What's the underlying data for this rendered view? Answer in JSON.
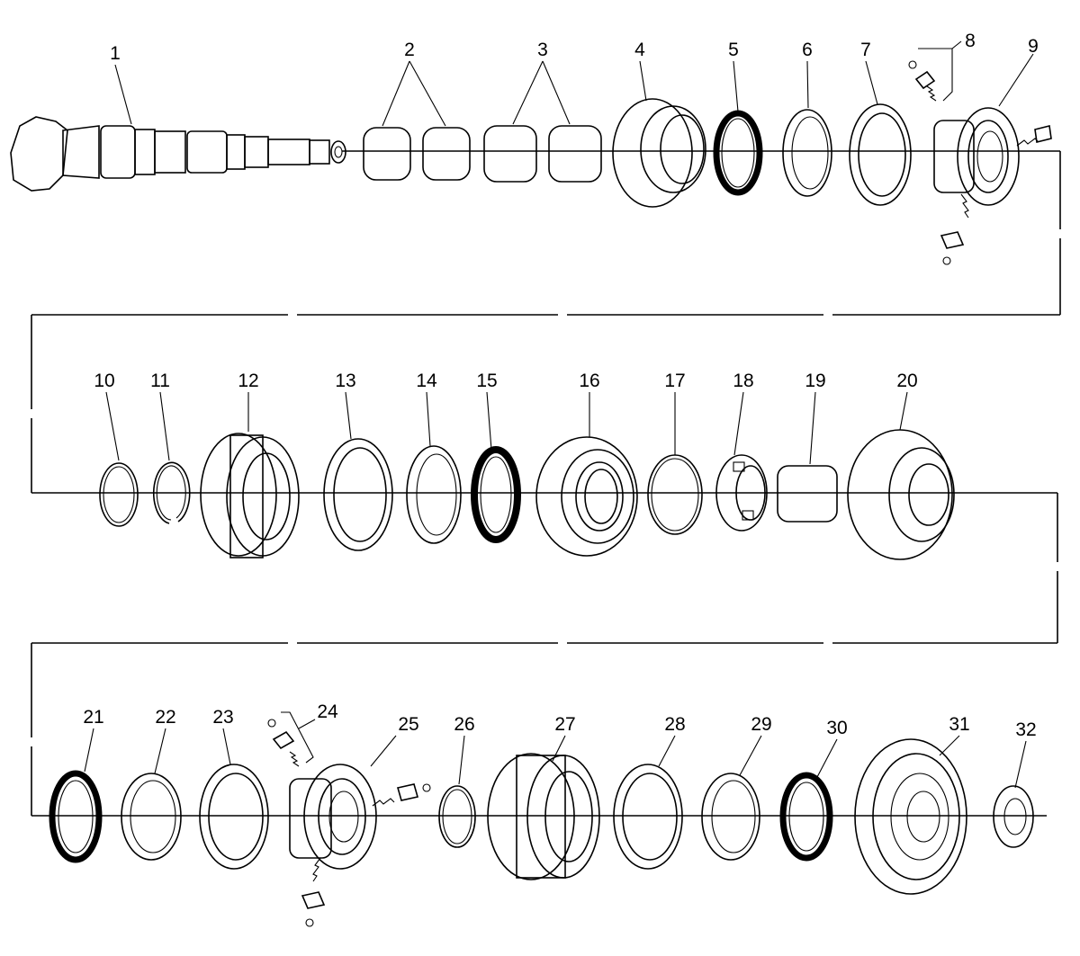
{
  "callouts": [
    "1",
    "2",
    "3",
    "4",
    "5",
    "6",
    "7",
    "8",
    "9",
    "10",
    "11",
    "12",
    "13",
    "14",
    "15",
    "16",
    "17",
    "18",
    "19",
    "20",
    "21",
    "22",
    "23",
    "24",
    "25",
    "26",
    "27",
    "28",
    "29",
    "30",
    "31",
    "32"
  ],
  "parts": [
    {
      "id": "1",
      "kind": "shaft"
    },
    {
      "id": "2",
      "kind": "needle-bearing-pair"
    },
    {
      "id": "3",
      "kind": "needle-bearing-pair"
    },
    {
      "id": "4",
      "kind": "gear"
    },
    {
      "id": "5",
      "kind": "synchro-ring"
    },
    {
      "id": "6",
      "kind": "cone-ring"
    },
    {
      "id": "7",
      "kind": "toothed-ring"
    },
    {
      "id": "8",
      "kind": "detent-assembly"
    },
    {
      "id": "9",
      "kind": "synchronizer-hub"
    },
    {
      "id": "10",
      "kind": "snap-ring"
    },
    {
      "id": "11",
      "kind": "snap-ring"
    },
    {
      "id": "12",
      "kind": "sleeve"
    },
    {
      "id": "13",
      "kind": "toothed-ring"
    },
    {
      "id": "14",
      "kind": "cone-ring"
    },
    {
      "id": "15",
      "kind": "synchro-ring"
    },
    {
      "id": "16",
      "kind": "gear"
    },
    {
      "id": "17",
      "kind": "snap-ring"
    },
    {
      "id": "18",
      "kind": "thrust-washer"
    },
    {
      "id": "19",
      "kind": "needle-bearing"
    },
    {
      "id": "20",
      "kind": "gear"
    },
    {
      "id": "21",
      "kind": "synchro-ring"
    },
    {
      "id": "22",
      "kind": "cone-ring"
    },
    {
      "id": "23",
      "kind": "toothed-ring"
    },
    {
      "id": "24",
      "kind": "detent-assembly"
    },
    {
      "id": "25",
      "kind": "synchronizer-hub"
    },
    {
      "id": "26",
      "kind": "snap-ring"
    },
    {
      "id": "27",
      "kind": "sleeve-gear"
    },
    {
      "id": "28",
      "kind": "toothed-ring"
    },
    {
      "id": "29",
      "kind": "cone-ring"
    },
    {
      "id": "30",
      "kind": "synchro-ring"
    },
    {
      "id": "31",
      "kind": "gear"
    },
    {
      "id": "32",
      "kind": "washer"
    }
  ]
}
